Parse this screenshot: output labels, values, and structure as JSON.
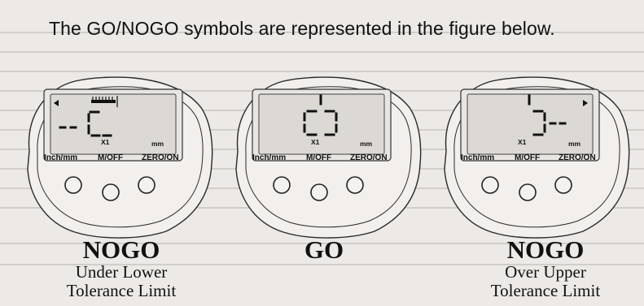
{
  "heading": "The GO/NOGO symbols are represented in the figure below.",
  "colors": {
    "ink": "#111111",
    "paper": "#ece9e6",
    "bleed_through": "#c9c5c1"
  },
  "gauges": [
    {
      "id": "nogo-under",
      "state": "NOGO",
      "caption_line1": "Under Lower",
      "caption_line2": "Tolerance Limit",
      "multiplier": "X1",
      "unit": "mm",
      "buttons": [
        "Inch/mm",
        "M/OFF",
        "ZERO/ON"
      ],
      "arrow": "left",
      "symbol": "under"
    },
    {
      "id": "go",
      "state": "GO",
      "caption_line1": "",
      "caption_line2": "",
      "multiplier": "X1",
      "unit": "mm",
      "buttons": [
        "Inch/mm",
        "M/OFF",
        "ZERO/ON"
      ],
      "arrow": "",
      "symbol": "go"
    },
    {
      "id": "nogo-over",
      "state": "NOGO",
      "caption_line1": "Over Upper",
      "caption_line2": "Tolerance Limit",
      "multiplier": "X1",
      "unit": "mm",
      "buttons": [
        "Inch/mm",
        "M/OFF",
        "ZERO/ON"
      ],
      "arrow": "right",
      "symbol": "over"
    }
  ]
}
